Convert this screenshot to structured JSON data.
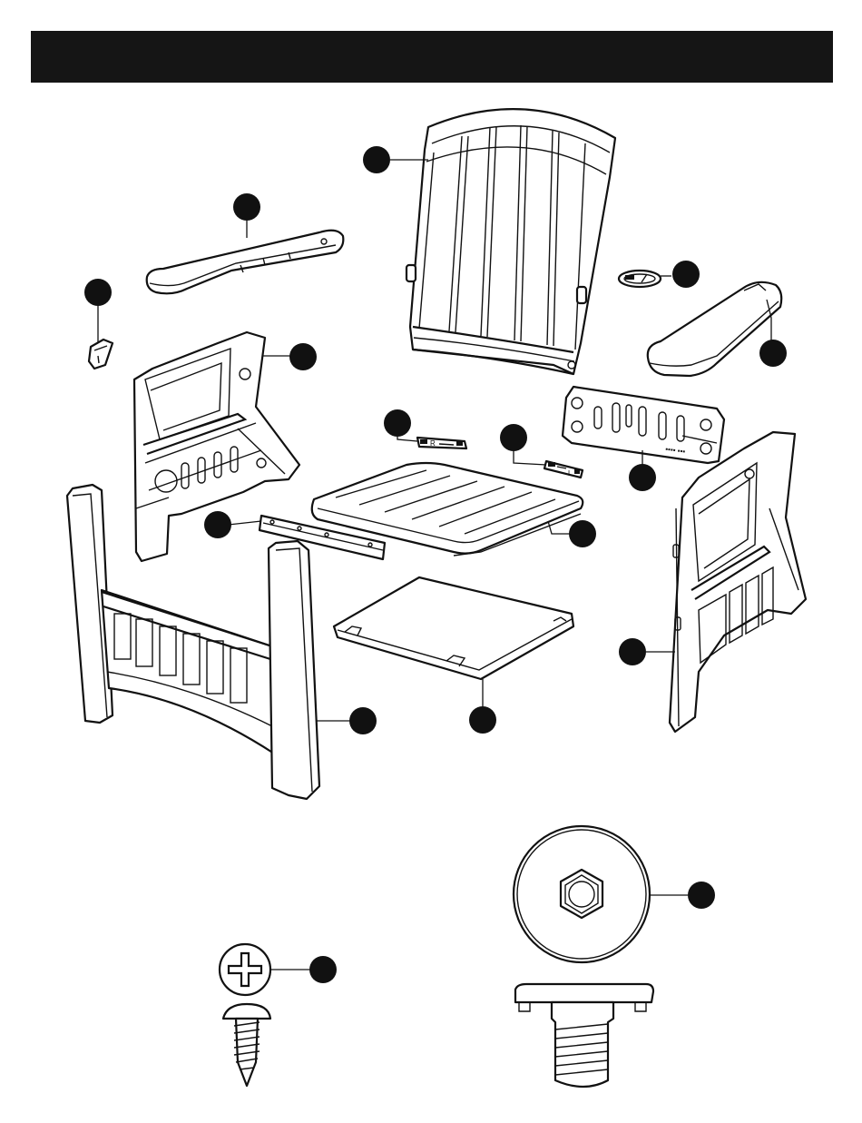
{
  "header": {
    "title": ""
  },
  "parts": [
    {
      "id": "backrest",
      "icon": "backrest-icon",
      "label": ""
    },
    {
      "id": "left-armrest",
      "icon": "armrest-icon",
      "label": ""
    },
    {
      "id": "right-armrest",
      "icon": "armrest-icon",
      "label": ""
    },
    {
      "id": "small-bracket",
      "icon": "bracket-icon",
      "label": ""
    },
    {
      "id": "oval-cap",
      "icon": "oval-cap-icon",
      "label": ""
    },
    {
      "id": "left-side-frame",
      "icon": "side-frame-icon",
      "label": ""
    },
    {
      "id": "right-side-frame",
      "icon": "side-frame-icon",
      "label": ""
    },
    {
      "id": "back-support-plate",
      "icon": "support-plate-icon",
      "label": ""
    },
    {
      "id": "clip-r",
      "icon": "clip-icon",
      "label": "",
      "marking": "R"
    },
    {
      "id": "clip-l",
      "icon": "clip-icon",
      "label": "",
      "marking": "L"
    },
    {
      "id": "metal-bar",
      "icon": "metal-bar-icon",
      "label": ""
    },
    {
      "id": "seat",
      "icon": "seat-icon",
      "label": ""
    },
    {
      "id": "seat-base-panel",
      "icon": "panel-icon",
      "label": ""
    },
    {
      "id": "front-leg-assembly",
      "icon": "front-legs-icon",
      "label": ""
    },
    {
      "id": "screw",
      "icon": "screw-icon",
      "label": ""
    },
    {
      "id": "foot-cap",
      "icon": "foot-cap-icon",
      "label": ""
    }
  ]
}
